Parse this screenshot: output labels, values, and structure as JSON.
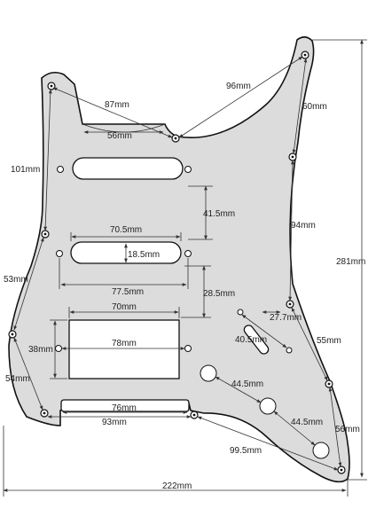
{
  "diagram": {
    "dimensions": {
      "top_screw_span": "87mm",
      "neck_pocket_width": "56mm",
      "horn_to_neck_screw": "96mm",
      "horn_side_screw": "60mm",
      "upper_left_edge": "101mm",
      "neck_to_middle_pickup": "41.5mm",
      "right_side_screws": "94mm",
      "overall_height": "281mm",
      "single_coil_length": "70.5mm",
      "single_coil_width": "18.5mm",
      "middle_screw_span": "77.5mm",
      "left_lower_edge": "53mm",
      "middle_to_humbucker": "28.5mm",
      "switch_slot_length": "27.7mm",
      "switch_slot_spacing": "40.5mm",
      "humbucker_length": "70mm",
      "humbucker_width": "38mm",
      "humbucker_screw_span": "78mm",
      "lower_right_screws": "55mm",
      "bottom_left_edge": "54mm",
      "pot_spacing_upper": "44.5mm",
      "pot_spacing_lower": "44.5mm",
      "bottom_cutout_width": "76mm",
      "bottom_screw_span": "93mm",
      "bottom_right_edge": "56mm",
      "bottom_diagonal": "99.5mm",
      "overall_width": "222mm"
    }
  }
}
